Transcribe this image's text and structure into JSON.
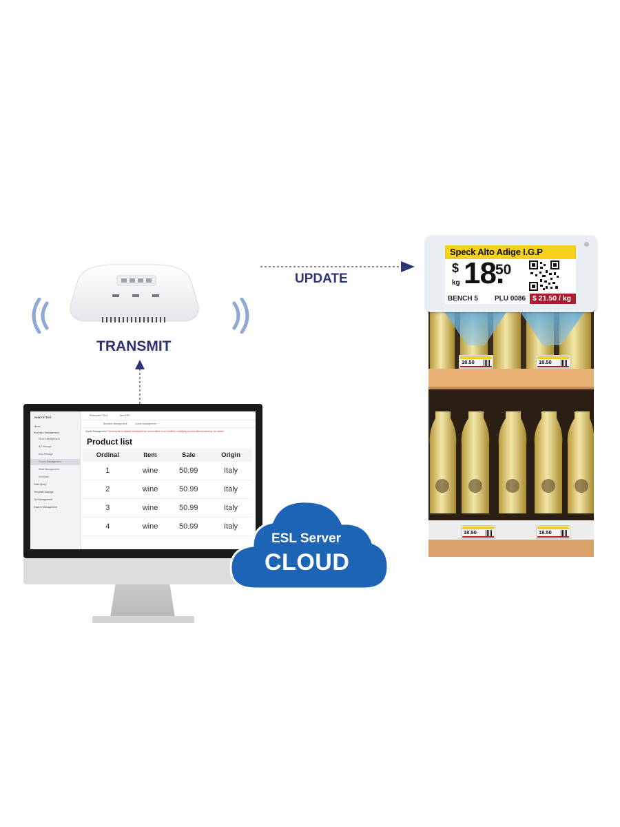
{
  "labels": {
    "transmit": "TRANSMIT",
    "update": "UPDATE",
    "cloud_line1": "ESL Server",
    "cloud_line2": "CLOUD"
  },
  "colors": {
    "label_blue": "#2c3474",
    "cloud_blue": "#1e64b4",
    "wave_blue": "#8fa8d4",
    "tag_yellow": "#f5d01c",
    "tag_red": "#a8202e"
  },
  "monitor": {
    "sidebar_title": "SUNY E-TAG",
    "sidebar_items": [
      {
        "label": "Home",
        "level": 0
      },
      {
        "label": "Business Management",
        "level": 0
      },
      {
        "label": "Store Management",
        "level": 1
      },
      {
        "label": "AP Manage",
        "level": 1
      },
      {
        "label": "ESL Manage",
        "level": 1
      },
      {
        "label": "Goods Management",
        "level": 1,
        "active": true
      },
      {
        "label": "Shelf Management",
        "level": 1
      },
      {
        "label": "Schedule",
        "level": 1
      },
      {
        "label": "Data Query",
        "level": 0
      },
      {
        "label": "Template Manage",
        "level": 0
      },
      {
        "label": "Tpl Management",
        "level": 0
      },
      {
        "label": "System Management",
        "level": 0
      }
    ],
    "topbar_tabs": [
      "Enterprise FSU1",
      "Aim ESY"
    ],
    "breadcrumbs": [
      "Business Management",
      "Goods Management"
    ],
    "notice_prefix": "Goods Management",
    "notice_text": "The template is already configured for commodities to be modified, modifying product affects batching. be careful",
    "page_title": "Product list",
    "table": {
      "headers": [
        "Ordinal",
        "Item",
        "Sale",
        "Origin"
      ],
      "rows": [
        [
          "1",
          "wine",
          "50.99",
          "Italy"
        ],
        [
          "2",
          "wine",
          "50.99",
          "Italy"
        ],
        [
          "3",
          "wine",
          "50.99",
          "Italy"
        ],
        [
          "4",
          "wine",
          "50.99",
          "Italy"
        ]
      ]
    }
  },
  "esl_tag": {
    "product_name": "Speck Alto Adige I.G.P",
    "currency": "$",
    "unit": "kg",
    "price_int": "18.",
    "price_dec": "50",
    "bench": "BENCH 5",
    "plu": "PLU 0086",
    "unit_price": "$ 21.50 / kg"
  },
  "small_tags": {
    "price": "18.50"
  }
}
